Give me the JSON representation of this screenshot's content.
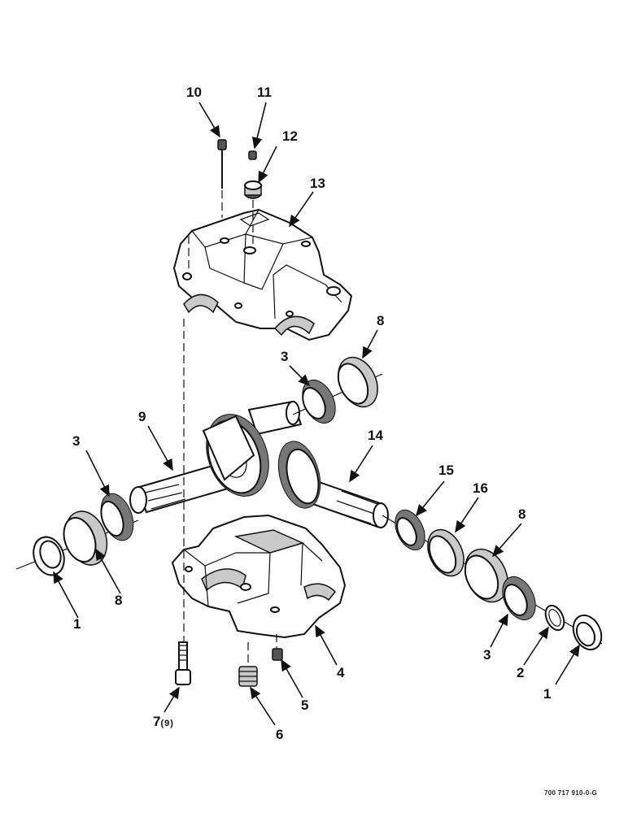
{
  "labels": {
    "l10": "10",
    "l11": "11",
    "l12": "12",
    "l13": "13",
    "l8a": "8",
    "l3a": "3",
    "l9": "9",
    "l14": "14",
    "l3b": "3",
    "l15": "15",
    "l16": "16",
    "l8b": "8",
    "l8c": "8",
    "l1a": "1",
    "l4": "4",
    "l3c": "3",
    "l2": "2",
    "l1b": "1",
    "l5": "5",
    "l7": "7",
    "l7qty": "(9)",
    "l6": "6"
  },
  "drawing_code": "700 717 910-0-G"
}
